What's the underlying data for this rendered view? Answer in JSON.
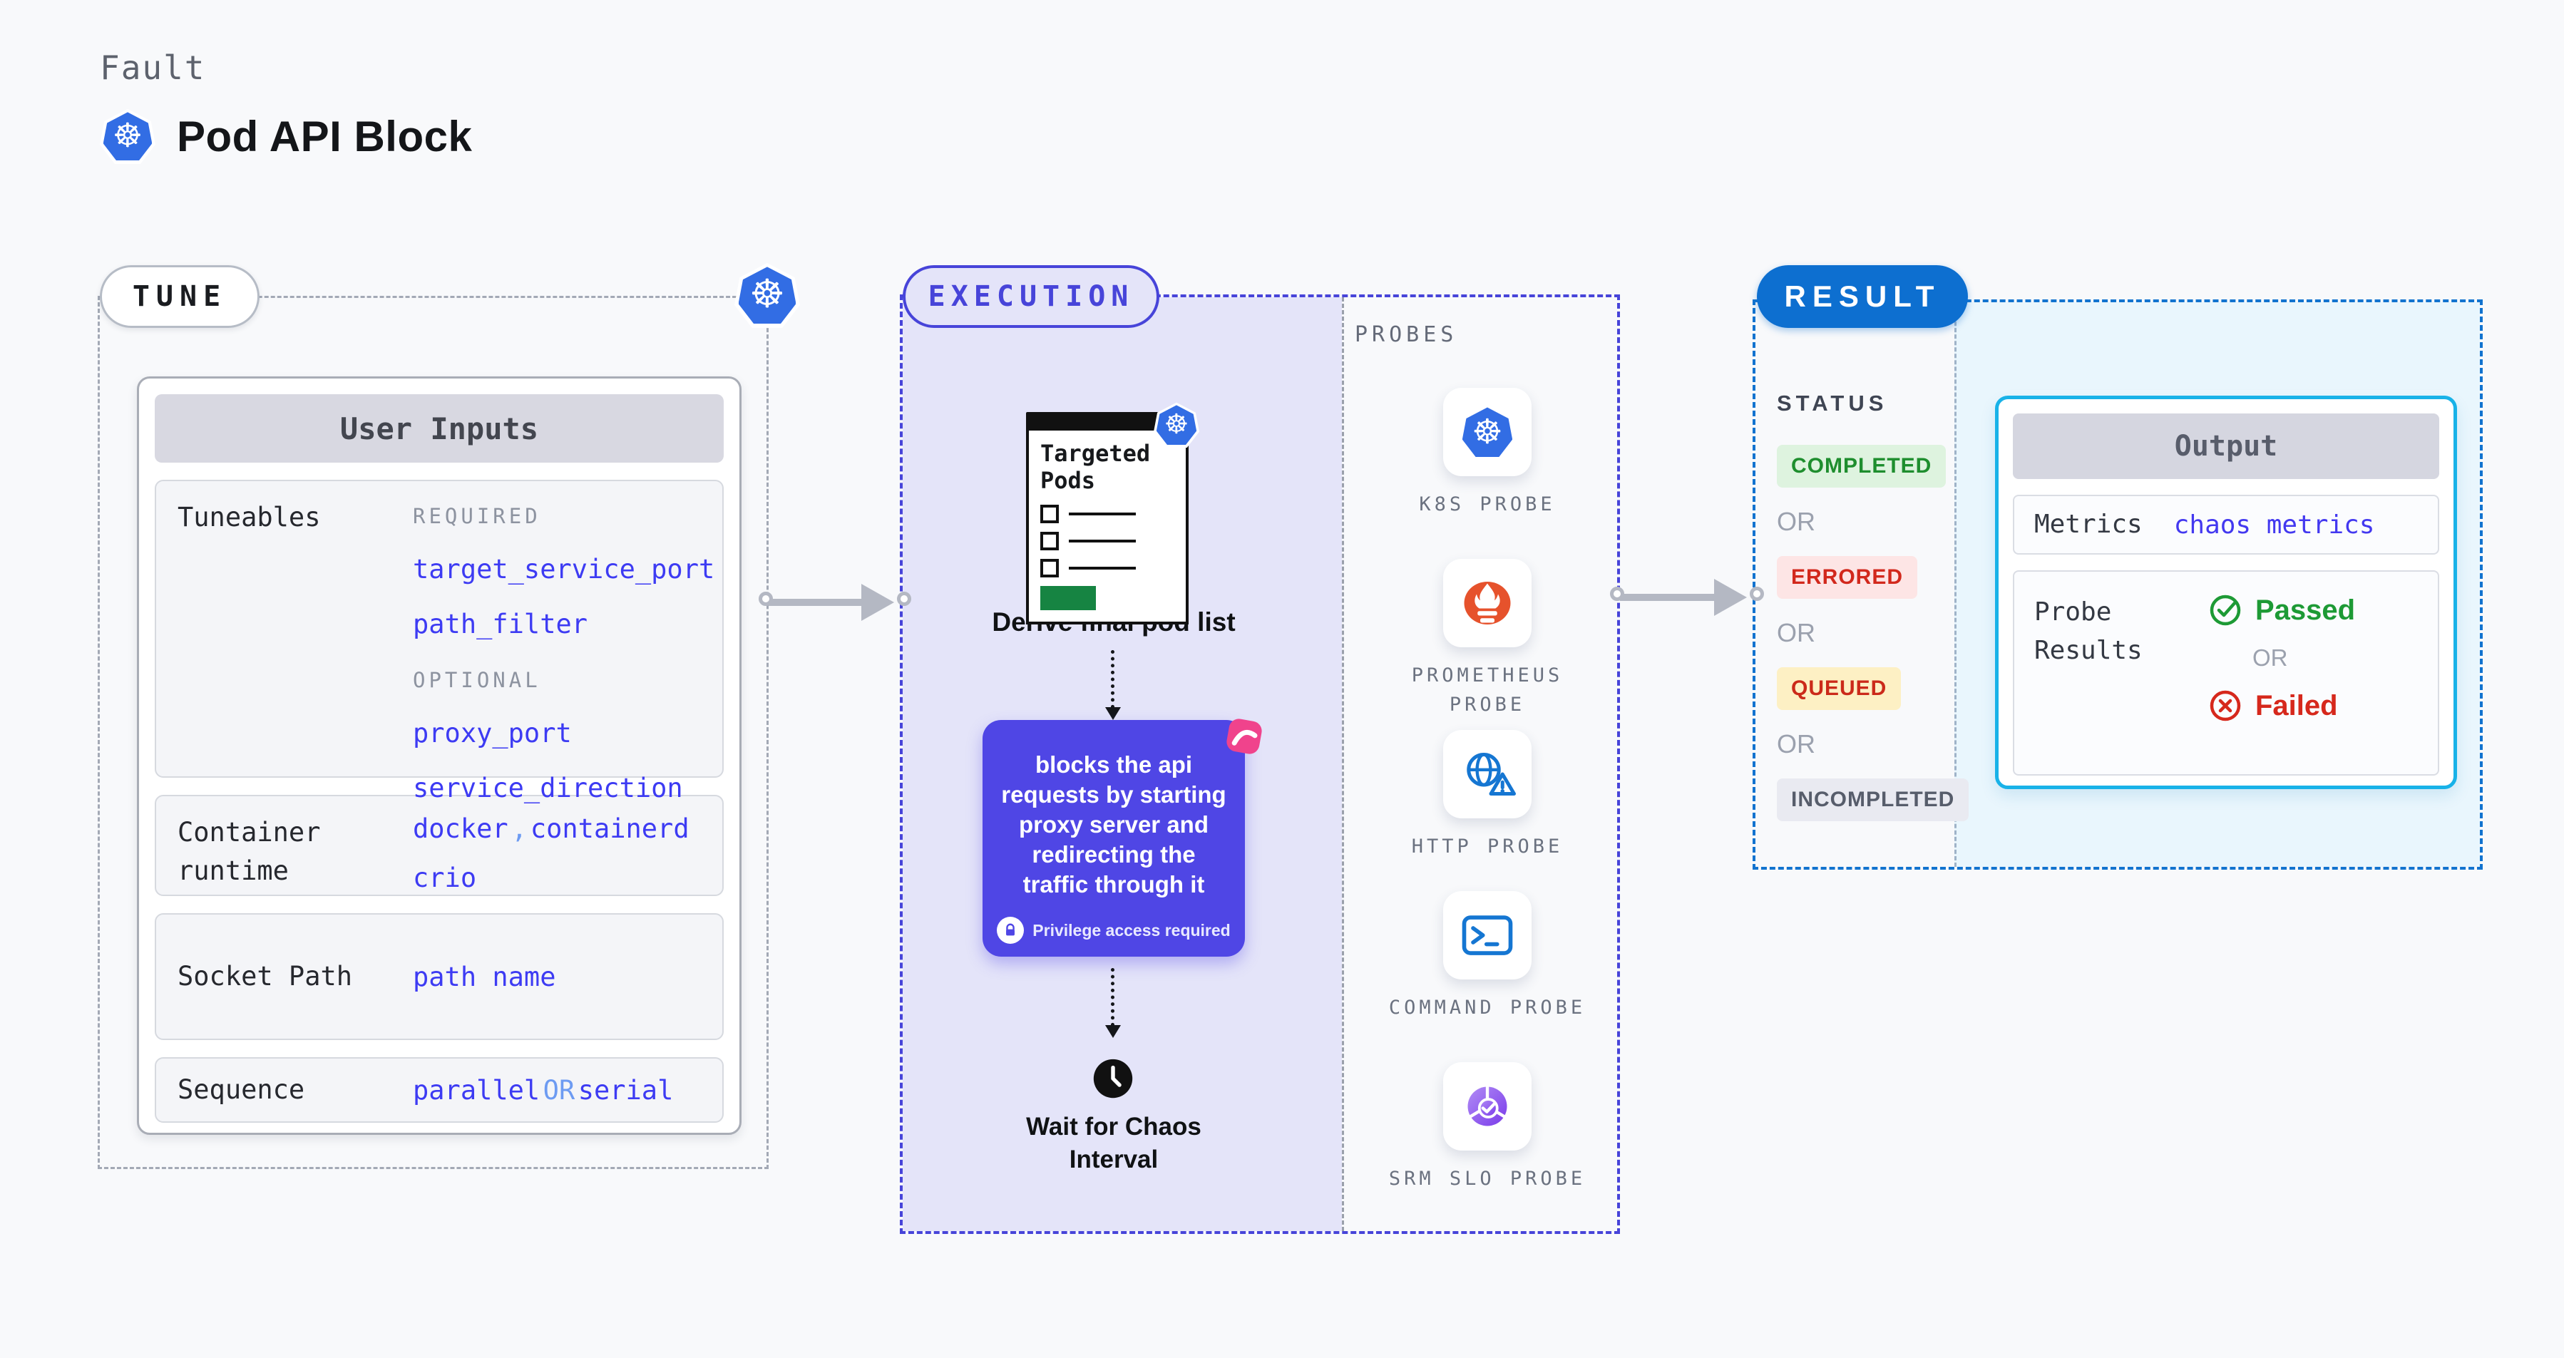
{
  "header": {
    "kicker": "Fault",
    "title": "Pod API Block"
  },
  "tune": {
    "badge": "TUNE",
    "panel_title": "User Inputs",
    "tuneables": {
      "label": "Tuneables",
      "required_label": "REQUIRED",
      "required": [
        "target_service_port",
        "path_filter"
      ],
      "optional_label": "OPTIONAL",
      "optional": [
        "proxy_port",
        "service_direction"
      ]
    },
    "container_runtime": {
      "label": "Container runtime",
      "value_1": "docker",
      "separator": ",",
      "value_2": "containerd",
      "value_3": "crio"
    },
    "socket_path": {
      "label": "Socket Path",
      "value": "path name"
    },
    "sequence": {
      "label": "Sequence",
      "value_1": "parallel",
      "or": "OR",
      "value_2": "serial"
    }
  },
  "execution": {
    "badge": "EXECUTION",
    "targeted_pods_title": "Targeted Pods",
    "derive_label": "Derive final pod list",
    "action_text": "blocks the api requests by starting proxy server and redirecting the traffic through it",
    "privilege_note": "Privilege access required",
    "wait_label": "Wait for Chaos Interval"
  },
  "probes": {
    "title": "PROBES",
    "items": [
      {
        "label": "K8S PROBE",
        "icon": "kubernetes-icon"
      },
      {
        "label": "PROMETHEUS PROBE",
        "icon": "prometheus-icon"
      },
      {
        "label": "HTTP PROBE",
        "icon": "http-globe-warning-icon"
      },
      {
        "label": "COMMAND PROBE",
        "icon": "terminal-icon"
      },
      {
        "label": "SRM SLO PROBE",
        "icon": "slo-pie-check-icon"
      }
    ]
  },
  "result": {
    "badge": "RESULT",
    "status_title": "STATUS",
    "or_label": "OR",
    "statuses": [
      {
        "label": "COMPLETED",
        "color": "#1e8e2e",
        "bg": "#def3df"
      },
      {
        "label": "ERRORED",
        "color": "#d2281c",
        "bg": "#fde5e5"
      },
      {
        "label": "QUEUED",
        "color": "#cb2a1a",
        "bg": "#fdf0c4"
      },
      {
        "label": "INCOMPLETED",
        "color": "#575d6b",
        "bg": "#e9eaf1"
      }
    ],
    "output": {
      "title": "Output",
      "metrics_label": "Metrics",
      "metrics_value": "chaos metrics",
      "probe_results_label": "Probe Results",
      "passed": "Passed",
      "or": "OR",
      "failed": "Failed"
    }
  },
  "colors": {
    "page_bg": "#f8f9fb",
    "indigo_accent": "#4744d9",
    "lavender_bg": "#e4e4f9",
    "action_box": "#4f46e5",
    "link_blue": "#3d3bf3",
    "light_blue_or": "#6d9bf2",
    "result_blue": "#0d6fd0",
    "cyan_border": "#18b2e8",
    "cyan_bg": "#e9f6fd",
    "passed_green": "#1d9a35",
    "failed_red": "#d6281c",
    "k8s_blue": "#326de4",
    "prometheus_orange": "#e6522c",
    "chaos_pink": "#f0438c",
    "green_bar": "#168442"
  }
}
